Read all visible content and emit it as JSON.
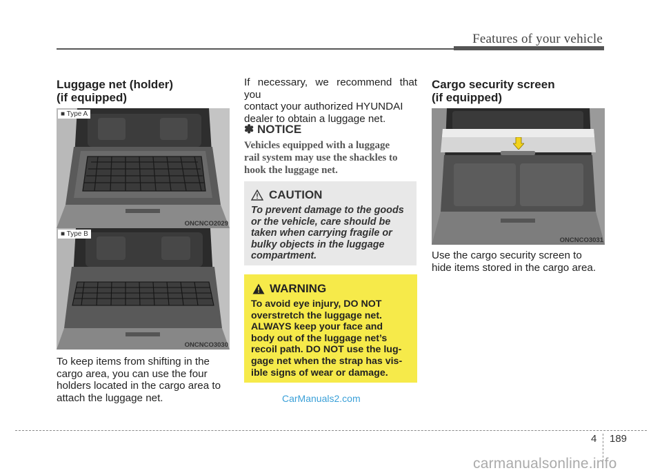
{
  "header": {
    "section_title": "Features of your vehicle"
  },
  "left_column": {
    "heading_line1": "Luggage net (holder)",
    "heading_line2": "(if equipped)",
    "photo_a": {
      "tag": "Type A",
      "code": "ONCNCO2029"
    },
    "photo_b": {
      "tag": "Type B",
      "code": "ONCNCO3030"
    },
    "body_lines": [
      "To keep items from shifting in the",
      "cargo area, you can use the four",
      "holders located in the cargo area to",
      "attach the luggage net."
    ]
  },
  "middle_column": {
    "intro_lines": [
      "If necessary, we recommend that you",
      "contact your authorized HYUNDAI",
      "dealer to obtain a luggage net."
    ],
    "notice": {
      "symbol": "✽",
      "title": "NOTICE",
      "lines": [
        "Vehicles equipped with a luggage",
        "rail system may use the shackles to",
        "hook the luggage net."
      ]
    },
    "caution": {
      "title": "CAUTION",
      "lines": [
        "To prevent damage to the goods",
        "or the vehicle, care should be",
        "taken when carrying fragile or",
        "bulky objects in the luggage",
        "compartment."
      ]
    },
    "warning": {
      "title": "WARNING",
      "lines": [
        "To avoid eye injury, DO NOT",
        "overstretch the luggage net.",
        "ALWAYS keep your face and",
        "body out of the luggage net’s",
        "recoil path. DO NOT use the lug-",
        "gage net when the strap has vis-",
        "ible signs of wear or damage."
      ]
    },
    "watermark": "CarManuals2.com"
  },
  "right_column": {
    "heading_line1": "Cargo security screen",
    "heading_line2": "(if equipped)",
    "photo": {
      "code": "ONCNCO3031"
    },
    "body_lines": [
      "Use the cargo security screen to",
      "hide items stored in the cargo area."
    ]
  },
  "footer": {
    "chapter": "4",
    "page": "189",
    "site": "carmanualsonline.info"
  },
  "colors": {
    "warning_bg": "#f6ea4a",
    "caution_bg": "#e8e8e8",
    "arrow": "#f2d21b",
    "watermark": "#3aa0d8"
  },
  "icons": [
    "warning-triangle-icon",
    "caution-triangle-icon",
    "notice-star-icon",
    "arrow-down-icon"
  ]
}
